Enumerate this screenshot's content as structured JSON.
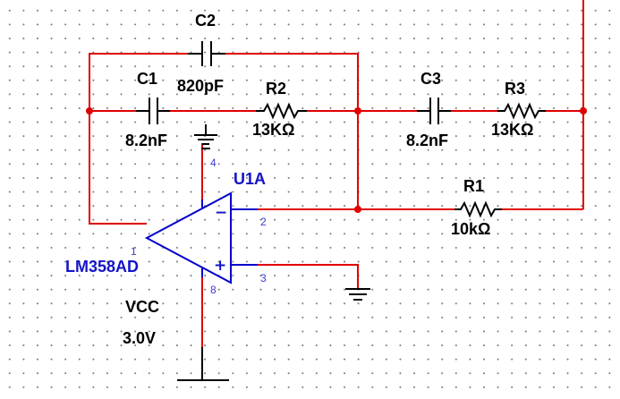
{
  "components": {
    "c1": {
      "ref": "C1",
      "value": "8.2nF"
    },
    "c2": {
      "ref": "C2",
      "value": "820pF"
    },
    "c3": {
      "ref": "C3",
      "value": "8.2nF"
    },
    "r1": {
      "ref": "R1",
      "value": "10kΩ"
    },
    "r2": {
      "ref": "R2",
      "value": "13KΩ"
    },
    "r3": {
      "ref": "R3",
      "value": "13KΩ"
    },
    "opamp": {
      "ref": "U1A",
      "part": "LM358AD",
      "pins": {
        "output": "1",
        "inverting": "2",
        "noninverting": "3",
        "vplus": "4",
        "vminus": "8"
      },
      "minus_symbol": "−",
      "plus_symbol": "+"
    },
    "supply": {
      "label": "VCC",
      "value": "3.0V"
    }
  },
  "colors": {
    "wire": "#e00000",
    "opamp": "#1414c8",
    "component": "#000000"
  }
}
